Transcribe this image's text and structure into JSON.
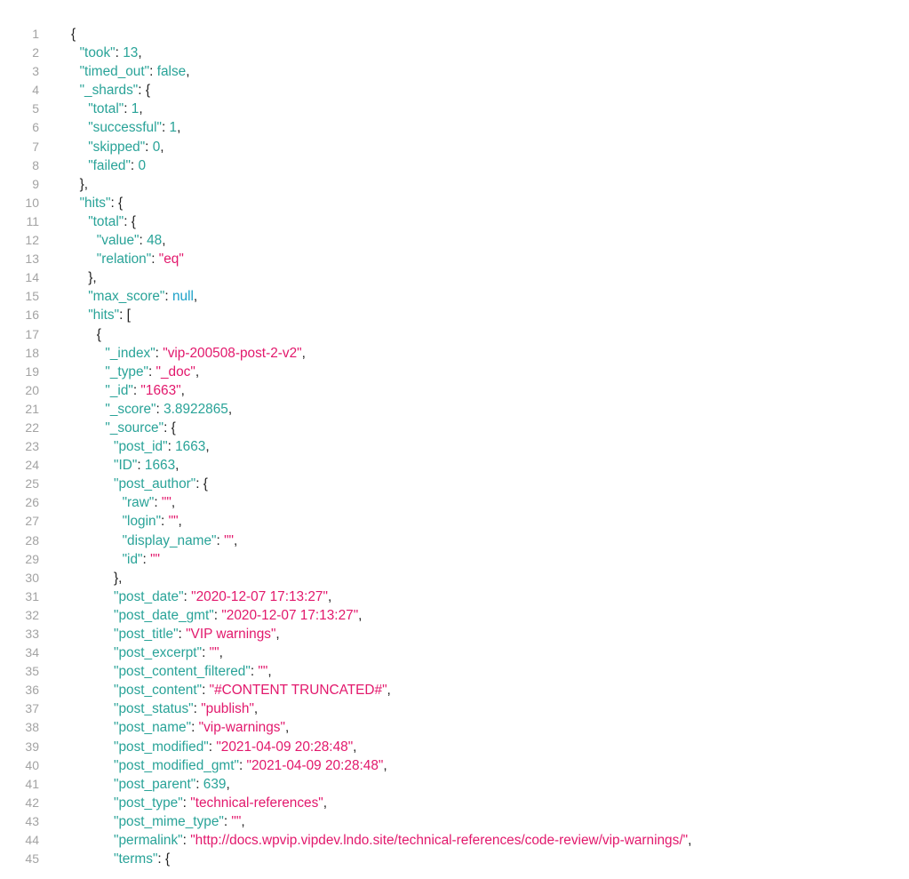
{
  "editor": {
    "colors": {
      "key": "#29a398",
      "punct": "#222222",
      "string": "#e2186c",
      "number": "#29a398",
      "literal": "#1aa0c8",
      "line_number": "#a3a3a3"
    },
    "lines": [
      {
        "n": "1",
        "indent": 0,
        "tokens": [
          [
            "p",
            "{"
          ]
        ]
      },
      {
        "n": "2",
        "indent": 1,
        "tokens": [
          [
            "k",
            "\"took\""
          ],
          [
            "p",
            ": "
          ],
          [
            "n",
            "13"
          ],
          [
            "p",
            ","
          ]
        ]
      },
      {
        "n": "3",
        "indent": 1,
        "tokens": [
          [
            "k",
            "\"timed_out\""
          ],
          [
            "p",
            ": "
          ],
          [
            "n",
            "false"
          ],
          [
            "p",
            ","
          ]
        ]
      },
      {
        "n": "4",
        "indent": 1,
        "tokens": [
          [
            "k",
            "\"_shards\""
          ],
          [
            "p",
            ": {"
          ]
        ]
      },
      {
        "n": "5",
        "indent": 2,
        "tokens": [
          [
            "k",
            "\"total\""
          ],
          [
            "p",
            ": "
          ],
          [
            "n",
            "1"
          ],
          [
            "p",
            ","
          ]
        ]
      },
      {
        "n": "6",
        "indent": 2,
        "tokens": [
          [
            "k",
            "\"successful\""
          ],
          [
            "p",
            ": "
          ],
          [
            "n",
            "1"
          ],
          [
            "p",
            ","
          ]
        ]
      },
      {
        "n": "7",
        "indent": 2,
        "tokens": [
          [
            "k",
            "\"skipped\""
          ],
          [
            "p",
            ": "
          ],
          [
            "n",
            "0"
          ],
          [
            "p",
            ","
          ]
        ]
      },
      {
        "n": "8",
        "indent": 2,
        "tokens": [
          [
            "k",
            "\"failed\""
          ],
          [
            "p",
            ": "
          ],
          [
            "n",
            "0"
          ]
        ]
      },
      {
        "n": "9",
        "indent": 1,
        "tokens": [
          [
            "p",
            "},"
          ]
        ]
      },
      {
        "n": "10",
        "indent": 1,
        "tokens": [
          [
            "k",
            "\"hits\""
          ],
          [
            "p",
            ": {"
          ]
        ]
      },
      {
        "n": "11",
        "indent": 2,
        "tokens": [
          [
            "k",
            "\"total\""
          ],
          [
            "p",
            ": {"
          ]
        ]
      },
      {
        "n": "12",
        "indent": 3,
        "tokens": [
          [
            "k",
            "\"value\""
          ],
          [
            "p",
            ": "
          ],
          [
            "n",
            "48"
          ],
          [
            "p",
            ","
          ]
        ]
      },
      {
        "n": "13",
        "indent": 3,
        "tokens": [
          [
            "k",
            "\"relation\""
          ],
          [
            "p",
            ": "
          ],
          [
            "s",
            "\"eq\""
          ]
        ]
      },
      {
        "n": "14",
        "indent": 2,
        "tokens": [
          [
            "p",
            "},"
          ]
        ]
      },
      {
        "n": "15",
        "indent": 2,
        "tokens": [
          [
            "k",
            "\"max_score\""
          ],
          [
            "p",
            ": "
          ],
          [
            "l",
            "null"
          ],
          [
            "p",
            ","
          ]
        ]
      },
      {
        "n": "16",
        "indent": 2,
        "tokens": [
          [
            "k",
            "\"hits\""
          ],
          [
            "p",
            ": ["
          ]
        ]
      },
      {
        "n": "17",
        "indent": 3,
        "tokens": [
          [
            "p",
            "{"
          ]
        ]
      },
      {
        "n": "18",
        "indent": 4,
        "tokens": [
          [
            "k",
            "\"_index\""
          ],
          [
            "p",
            ": "
          ],
          [
            "s",
            "\"vip-200508-post-2-v2\""
          ],
          [
            "p",
            ","
          ]
        ]
      },
      {
        "n": "19",
        "indent": 4,
        "tokens": [
          [
            "k",
            "\"_type\""
          ],
          [
            "p",
            ": "
          ],
          [
            "s",
            "\"_doc\""
          ],
          [
            "p",
            ","
          ]
        ]
      },
      {
        "n": "20",
        "indent": 4,
        "tokens": [
          [
            "k",
            "\"_id\""
          ],
          [
            "p",
            ": "
          ],
          [
            "s",
            "\"1663\""
          ],
          [
            "p",
            ","
          ]
        ]
      },
      {
        "n": "21",
        "indent": 4,
        "tokens": [
          [
            "k",
            "\"_score\""
          ],
          [
            "p",
            ": "
          ],
          [
            "n",
            "3.8922865"
          ],
          [
            "p",
            ","
          ]
        ]
      },
      {
        "n": "22",
        "indent": 4,
        "tokens": [
          [
            "k",
            "\"_source\""
          ],
          [
            "p",
            ": {"
          ]
        ]
      },
      {
        "n": "23",
        "indent": 5,
        "tokens": [
          [
            "k",
            "\"post_id\""
          ],
          [
            "p",
            ": "
          ],
          [
            "n",
            "1663"
          ],
          [
            "p",
            ","
          ]
        ]
      },
      {
        "n": "24",
        "indent": 5,
        "tokens": [
          [
            "k",
            "\"ID\""
          ],
          [
            "p",
            ": "
          ],
          [
            "n",
            "1663"
          ],
          [
            "p",
            ","
          ]
        ]
      },
      {
        "n": "25",
        "indent": 5,
        "tokens": [
          [
            "k",
            "\"post_author\""
          ],
          [
            "p",
            ": {"
          ]
        ]
      },
      {
        "n": "26",
        "indent": 6,
        "tokens": [
          [
            "k",
            "\"raw\""
          ],
          [
            "p",
            ": "
          ],
          [
            "s",
            "\"\""
          ],
          [
            "p",
            ","
          ]
        ]
      },
      {
        "n": "27",
        "indent": 6,
        "tokens": [
          [
            "k",
            "\"login\""
          ],
          [
            "p",
            ": "
          ],
          [
            "s",
            "\"\""
          ],
          [
            "p",
            ","
          ]
        ]
      },
      {
        "n": "28",
        "indent": 6,
        "tokens": [
          [
            "k",
            "\"display_name\""
          ],
          [
            "p",
            ": "
          ],
          [
            "s",
            "\"\""
          ],
          [
            "p",
            ","
          ]
        ]
      },
      {
        "n": "29",
        "indent": 6,
        "tokens": [
          [
            "k",
            "\"id\""
          ],
          [
            "p",
            ": "
          ],
          [
            "s",
            "\"\""
          ]
        ]
      },
      {
        "n": "30",
        "indent": 5,
        "tokens": [
          [
            "p",
            "},"
          ]
        ]
      },
      {
        "n": "31",
        "indent": 5,
        "tokens": [
          [
            "k",
            "\"post_date\""
          ],
          [
            "p",
            ": "
          ],
          [
            "s",
            "\"2020-12-07 17:13:27\""
          ],
          [
            "p",
            ","
          ]
        ]
      },
      {
        "n": "32",
        "indent": 5,
        "tokens": [
          [
            "k",
            "\"post_date_gmt\""
          ],
          [
            "p",
            ": "
          ],
          [
            "s",
            "\"2020-12-07 17:13:27\""
          ],
          [
            "p",
            ","
          ]
        ]
      },
      {
        "n": "33",
        "indent": 5,
        "tokens": [
          [
            "k",
            "\"post_title\""
          ],
          [
            "p",
            ": "
          ],
          [
            "s",
            "\"VIP warnings\""
          ],
          [
            "p",
            ","
          ]
        ]
      },
      {
        "n": "34",
        "indent": 5,
        "tokens": [
          [
            "k",
            "\"post_excerpt\""
          ],
          [
            "p",
            ": "
          ],
          [
            "s",
            "\"\""
          ],
          [
            "p",
            ","
          ]
        ]
      },
      {
        "n": "35",
        "indent": 5,
        "tokens": [
          [
            "k",
            "\"post_content_filtered\""
          ],
          [
            "p",
            ": "
          ],
          [
            "s",
            "\"\""
          ],
          [
            "p",
            ","
          ]
        ]
      },
      {
        "n": "36",
        "indent": 5,
        "tokens": [
          [
            "k",
            "\"post_content\""
          ],
          [
            "p",
            ": "
          ],
          [
            "s",
            "\"#CONTENT TRUNCATED#\""
          ],
          [
            "p",
            ","
          ]
        ]
      },
      {
        "n": "37",
        "indent": 5,
        "tokens": [
          [
            "k",
            "\"post_status\""
          ],
          [
            "p",
            ": "
          ],
          [
            "s",
            "\"publish\""
          ],
          [
            "p",
            ","
          ]
        ]
      },
      {
        "n": "38",
        "indent": 5,
        "tokens": [
          [
            "k",
            "\"post_name\""
          ],
          [
            "p",
            ": "
          ],
          [
            "s",
            "\"vip-warnings\""
          ],
          [
            "p",
            ","
          ]
        ]
      },
      {
        "n": "39",
        "indent": 5,
        "tokens": [
          [
            "k",
            "\"post_modified\""
          ],
          [
            "p",
            ": "
          ],
          [
            "s",
            "\"2021-04-09 20:28:48\""
          ],
          [
            "p",
            ","
          ]
        ]
      },
      {
        "n": "40",
        "indent": 5,
        "tokens": [
          [
            "k",
            "\"post_modified_gmt\""
          ],
          [
            "p",
            ": "
          ],
          [
            "s",
            "\"2021-04-09 20:28:48\""
          ],
          [
            "p",
            ","
          ]
        ]
      },
      {
        "n": "41",
        "indent": 5,
        "tokens": [
          [
            "k",
            "\"post_parent\""
          ],
          [
            "p",
            ": "
          ],
          [
            "n",
            "639"
          ],
          [
            "p",
            ","
          ]
        ]
      },
      {
        "n": "42",
        "indent": 5,
        "tokens": [
          [
            "k",
            "\"post_type\""
          ],
          [
            "p",
            ": "
          ],
          [
            "s",
            "\"technical-references\""
          ],
          [
            "p",
            ","
          ]
        ]
      },
      {
        "n": "43",
        "indent": 5,
        "tokens": [
          [
            "k",
            "\"post_mime_type\""
          ],
          [
            "p",
            ": "
          ],
          [
            "s",
            "\"\""
          ],
          [
            "p",
            ","
          ]
        ]
      },
      {
        "n": "44",
        "indent": 5,
        "tokens": [
          [
            "k",
            "\"permalink\""
          ],
          [
            "p",
            ": "
          ],
          [
            "s",
            "\"http://docs.wpvip.vipdev.lndo.site/technical-references/code-review/vip-warnings/\""
          ],
          [
            "p",
            ","
          ]
        ]
      },
      {
        "n": "45",
        "indent": 5,
        "tokens": [
          [
            "k",
            "\"terms\""
          ],
          [
            "p",
            ": {"
          ]
        ]
      }
    ]
  }
}
